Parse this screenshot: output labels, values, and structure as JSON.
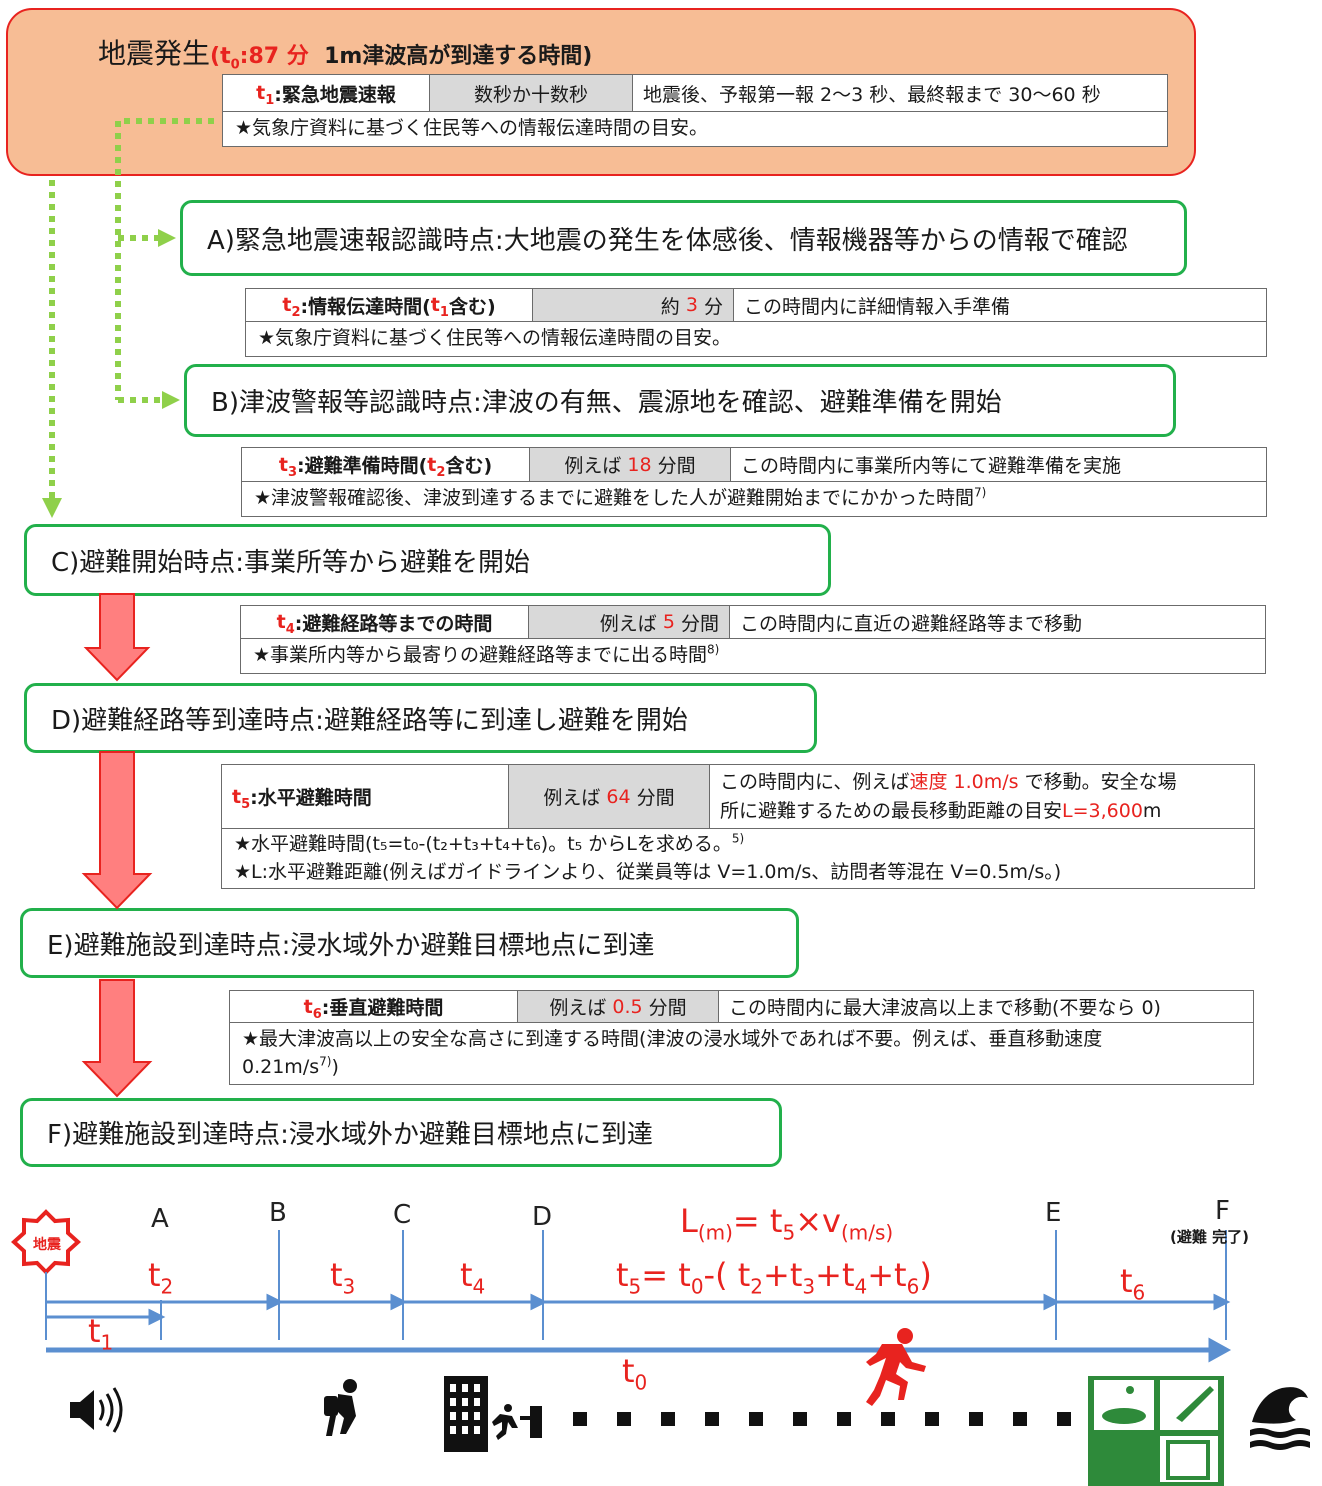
{
  "top": {
    "title_main": "地震発生",
    "title_paren_open": "(",
    "t0_label": "t",
    "t0_sub": "0",
    "t0_value": ":87 分",
    "title_rest": "1m津波高が到達する時間)",
    "t1_label": "t",
    "t1_sub": "1",
    "t1_name": ":緊急地震速報",
    "t1_value": "数秒か十数秒",
    "t1_desc": "地震後、予報第一報 2〜3 秒、最終報まで 30〜60 秒",
    "t1_note": "★気象庁資料に基づく住民等への情報伝達時間の目安。"
  },
  "stage_a": "A)緊急地震速報認識時点:大地震の発生を体感後、情報機器等からの情報で確認",
  "t2": {
    "label": "t",
    "sub": "2",
    "name": ":情報伝達時間(",
    "inc_label": "t",
    "inc_sub": "1",
    "inc_rest": "含む)",
    "value_pre": "約",
    "value_num": "3",
    "value_post": "分",
    "desc": "この時間内に詳細情報入手準備",
    "note": "★気象庁資料に基づく住民等への情報伝達時間の目安。"
  },
  "stage_b": "B)津波警報等認識時点:津波の有無、震源地を確認、避難準備を開始",
  "t3": {
    "label": "t",
    "sub": "3",
    "name": ":避難準備時間(",
    "inc_label": "t",
    "inc_sub": "2",
    "inc_rest": "含む)",
    "value_pre": "例えば",
    "value_num": "18",
    "value_post": "分間",
    "desc": "この時間内に事業所内等にて避難準備を実施",
    "note": "★津波警報確認後、津波到達するまでに避難をした人が避難開始までにかかった時間",
    "note_ref": "7)"
  },
  "stage_c": "C)避難開始時点:事業所等から避難を開始",
  "t4": {
    "label": "t",
    "sub": "4",
    "name": ":避難経路等までの時間",
    "value_pre": "例えば",
    "value_num": "5",
    "value_post": "分間",
    "desc": "この時間内に直近の避難経路等まで移動",
    "note": "★事業所内等から最寄りの避難経路等までに出る時間",
    "note_ref": "8)"
  },
  "stage_d": "D)避難経路等到達時点:避難経路等に到達し避難を開始",
  "t5": {
    "label": "t",
    "sub": "5",
    "name": ":水平避難時間",
    "value_pre": "例えば",
    "value_num": "64",
    "value_post": "分間",
    "desc_1a": "この時間内に、例えば",
    "desc_1b": "速度 1.0m/s",
    "desc_1c": "で移動。安全な場",
    "desc_2a": "所に避難するための最長移動距離の目安",
    "desc_2b": "L=3,600",
    "desc_2c": "m",
    "note_1": "★水平避難時間(t₅=t₀-(t₂+t₃+t₄+t₆)。t₅ からLを求める。",
    "note_1_ref": "5)",
    "note_2": "★L:水平避難距離(例えばガイドラインより、従業員等は V=1.0m/s、訪問者等混在 V=0.5m/s。)"
  },
  "stage_e": "E)避難施設到達時点:浸水域外か避難目標地点に到達",
  "t6": {
    "label": "t",
    "sub": "6",
    "name": ":垂直避難時間",
    "value_pre": "例えば",
    "value_num": "0.5",
    "value_post": "分間",
    "desc": "この時間内に最大津波高以上まで移動(不要なら 0)",
    "note_1": "★最大津波高以上の安全な高さに到達する時間(津波の浸水域外であれば不要。例えば、垂直移動速度",
    "note_2a": "0.21m/s",
    "note_2_ref": "7)",
    "note_2b": ")"
  },
  "stage_f": "F)避難施設到達時点:浸水域外か避難目標地点に到達",
  "timeline": {
    "quake_badge": "地震",
    "letters": [
      "A",
      "B",
      "C",
      "D",
      "E",
      "F"
    ],
    "f_sub": "(避難 完了)",
    "t1": "t",
    "t1_sub": "1",
    "t2": "t",
    "t2_sub": "2",
    "t3": "t",
    "t3_sub": "3",
    "t4": "t",
    "t4_sub": "4",
    "t6": "t",
    "t6_sub": "6",
    "t0": "t",
    "t0_sub": "0",
    "formula_l": "L",
    "formula_l_sub": "(m)",
    "formula_l_mid": "= t",
    "formula_l_t5sub": "5",
    "formula_l_v": "×v",
    "formula_l_vsub": "(m/s)",
    "formula_t5": "t",
    "formula_t5_sub": "5",
    "formula_t5_rest_a": "= t",
    "formula_t5_t0sub": "0",
    "formula_t5_rest_b": "-( t",
    "formula_t5_s2": "2",
    "formula_t5_plus1": "+t",
    "formula_t5_s3": "3",
    "formula_t5_plus2": "+t",
    "formula_t5_s4": "4",
    "formula_t5_plus3": "+t",
    "formula_t5_s6": "6",
    "formula_t5_close": ")"
  },
  "colors": {
    "green": "#22b04b",
    "red": "#e8231f",
    "orange_bg": "#f7bd95",
    "blue": "#5b8fd0",
    "dotted_green": "#8fd04a"
  },
  "icons": [
    "speaker-icon",
    "backpack-person-icon",
    "building-exit-icon",
    "runner-icon",
    "evacuation-sign-icon",
    "tsunami-wave-icon"
  ]
}
